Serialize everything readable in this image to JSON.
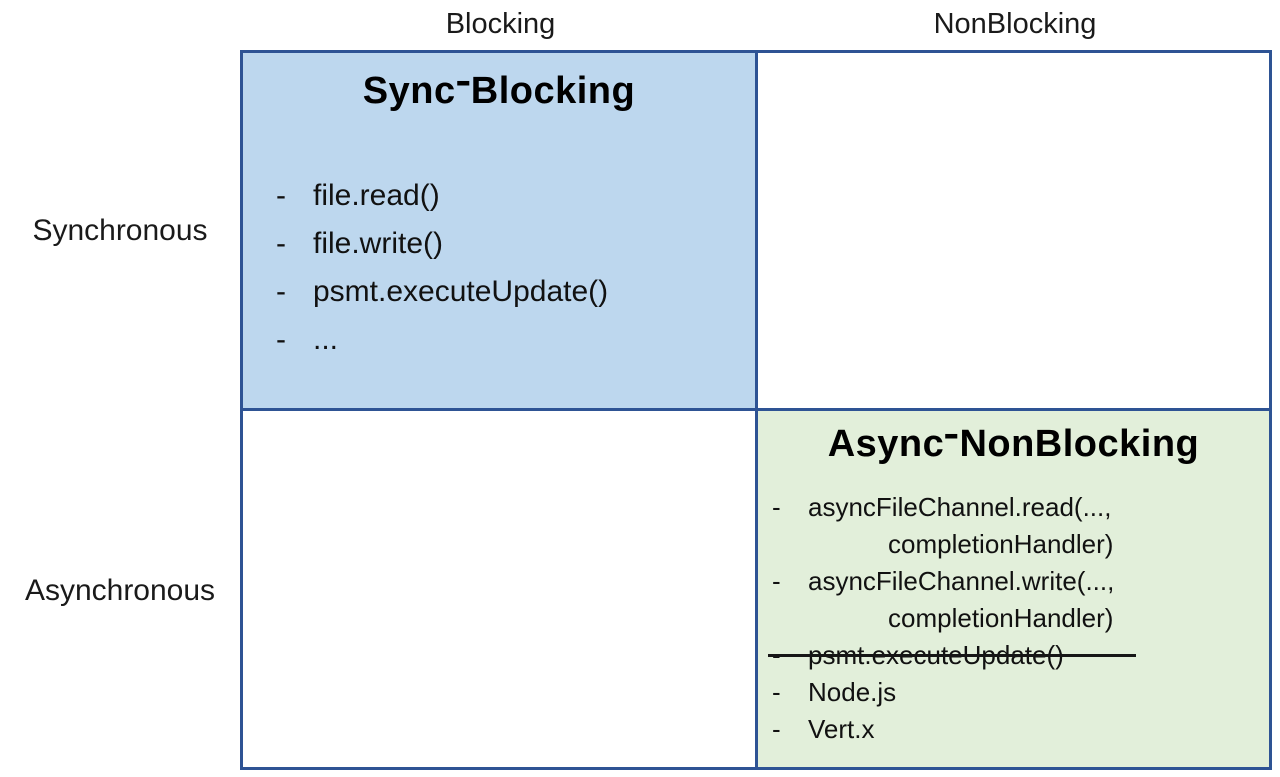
{
  "diagram": {
    "column_headers": {
      "blocking": "Blocking",
      "nonblocking": "NonBlocking"
    },
    "row_headers": {
      "synchronous": "Synchronous",
      "asynchronous": "Asynchronous"
    },
    "cells": {
      "sync_blocking": {
        "title_pre": "Sync",
        "title_dash": "-",
        "title_post": "Blocking",
        "bullet": "-",
        "items": [
          "file.read()",
          "file.write()",
          "psmt.executeUpdate()",
          "..."
        ]
      },
      "async_nonblocking": {
        "title_pre": "Async",
        "title_dash": "-",
        "title_post": "NonBlocking",
        "bullet": "-",
        "lines": [
          {
            "dash": true,
            "strike": false,
            "text": "asyncFileChannel.read(...,"
          },
          {
            "dash": false,
            "strike": false,
            "text": "completionHandler)"
          },
          {
            "dash": true,
            "strike": false,
            "text": "asyncFileChannel.write(...,"
          },
          {
            "dash": false,
            "strike": false,
            "text": "completionHandler)"
          },
          {
            "dash": true,
            "strike": true,
            "text": "psmt.executeUpdate()"
          },
          {
            "dash": true,
            "strike": false,
            "text": "Node.js"
          },
          {
            "dash": true,
            "strike": false,
            "text": "Vert.x"
          }
        ]
      }
    },
    "colors": {
      "grid_border": "#2e5394",
      "sync_blocking_bg": "#bdd7ee",
      "async_nonblocking_bg": "#e2efda",
      "text": "#111111"
    }
  }
}
